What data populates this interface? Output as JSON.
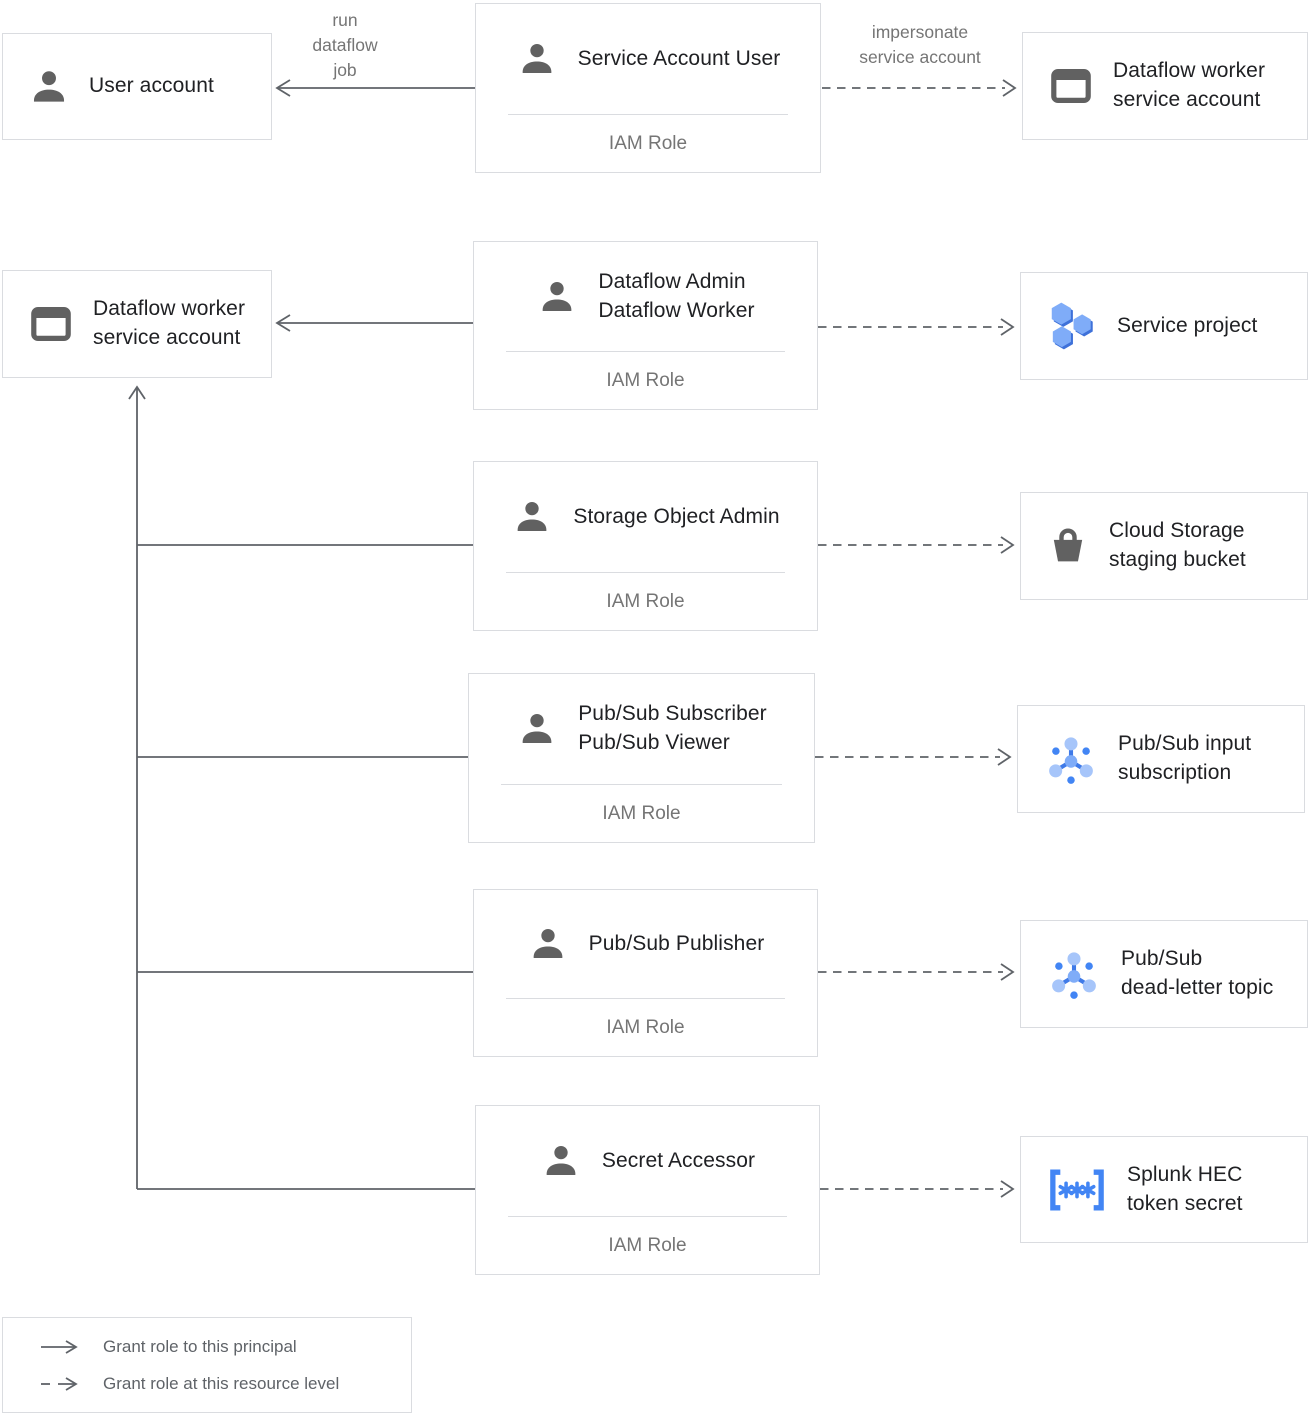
{
  "nodes": {
    "user_account": {
      "label": "User account"
    },
    "service_account_user": {
      "title": "Service Account User",
      "subtitle": "IAM Role"
    },
    "dataflow_worker_sa_top": {
      "label": "Dataflow worker\nservice account"
    },
    "dataflow_worker_sa_left": {
      "label": "Dataflow worker\nservice account"
    },
    "dataflow_admin_worker": {
      "title": "Dataflow Admin\nDataflow Worker",
      "subtitle": "IAM Role"
    },
    "service_project": {
      "label": "Service project"
    },
    "storage_object_admin": {
      "title": "Storage Object Admin",
      "subtitle": "IAM Role"
    },
    "cloud_storage_bucket": {
      "label": "Cloud Storage\nstaging bucket"
    },
    "pubsub_subscriber_viewer": {
      "title": "Pub/Sub Subscriber\nPub/Sub Viewer",
      "subtitle": "IAM Role"
    },
    "pubsub_input_subscription": {
      "label": "Pub/Sub input\nsubscription"
    },
    "pubsub_publisher": {
      "title": "Pub/Sub Publisher",
      "subtitle": "IAM Role"
    },
    "pubsub_dead_letter_topic": {
      "label": "Pub/Sub\ndead-letter topic"
    },
    "secret_accessor": {
      "title": "Secret Accessor",
      "subtitle": "IAM Role"
    },
    "splunk_hec_token_secret": {
      "label": "Splunk HEC\ntoken secret"
    }
  },
  "edge_labels": {
    "run_dataflow_job": "run\ndataflow\njob",
    "impersonate_service_account": "impersonate\nservice account"
  },
  "legend": {
    "solid_label": "Grant role to this principal",
    "dashed_label": "Grant role at this resource level"
  },
  "colors": {
    "line": "#5f6368",
    "box_border": "#dadce0",
    "title_text": "#202124",
    "muted_text": "#757575",
    "icon_gray": "#616161",
    "icon_blue": "#4285f4",
    "icon_blue_light": "#a6c5fa",
    "icon_blue_mid": "#7facf8",
    "hex_shadow_blue": "#3e71d9"
  }
}
